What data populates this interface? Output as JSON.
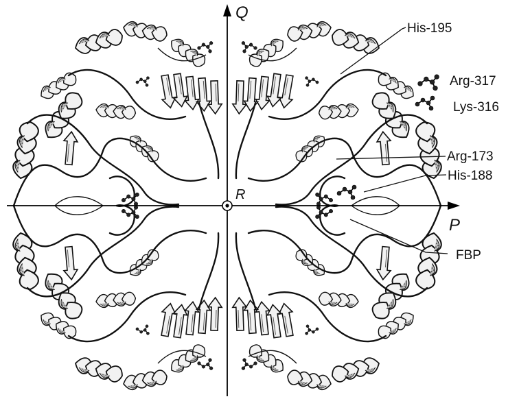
{
  "axes": {
    "q_label": "Q",
    "p_label": "P",
    "r_label": "R"
  },
  "labels": {
    "his195": "His-195",
    "arg317": "Arg-317",
    "lys316": "Lys-316",
    "arg173": "Arg-173",
    "his188": "His-188",
    "fbp": "FBP"
  }
}
